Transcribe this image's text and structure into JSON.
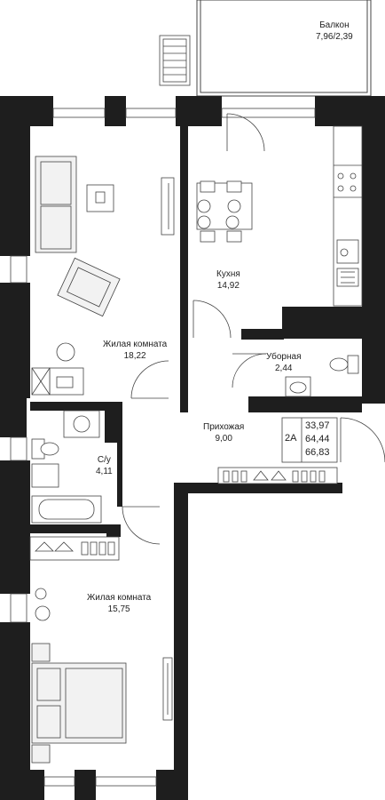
{
  "rooms": {
    "balcony": {
      "name": "Балкон",
      "area": "7,96/2,39"
    },
    "kitchen": {
      "name": "Кухня",
      "area": "14,92"
    },
    "living1": {
      "name": "Жилая комната",
      "area": "18,22"
    },
    "wc": {
      "name": "Уборная",
      "area": "2,44"
    },
    "hall": {
      "name": "Прихожая",
      "area": "9,00"
    },
    "bath": {
      "name": "С/у",
      "area": "4,11"
    },
    "living2": {
      "name": "Жилая комната",
      "area": "15,75"
    }
  },
  "summary": {
    "type": "2А",
    "areas": [
      "33,97",
      "64,44",
      "66,83"
    ]
  },
  "colors": {
    "wall": "#1e1e1e",
    "line": "#444444",
    "fill": "#f2f2f2",
    "background": "#ffffff"
  }
}
